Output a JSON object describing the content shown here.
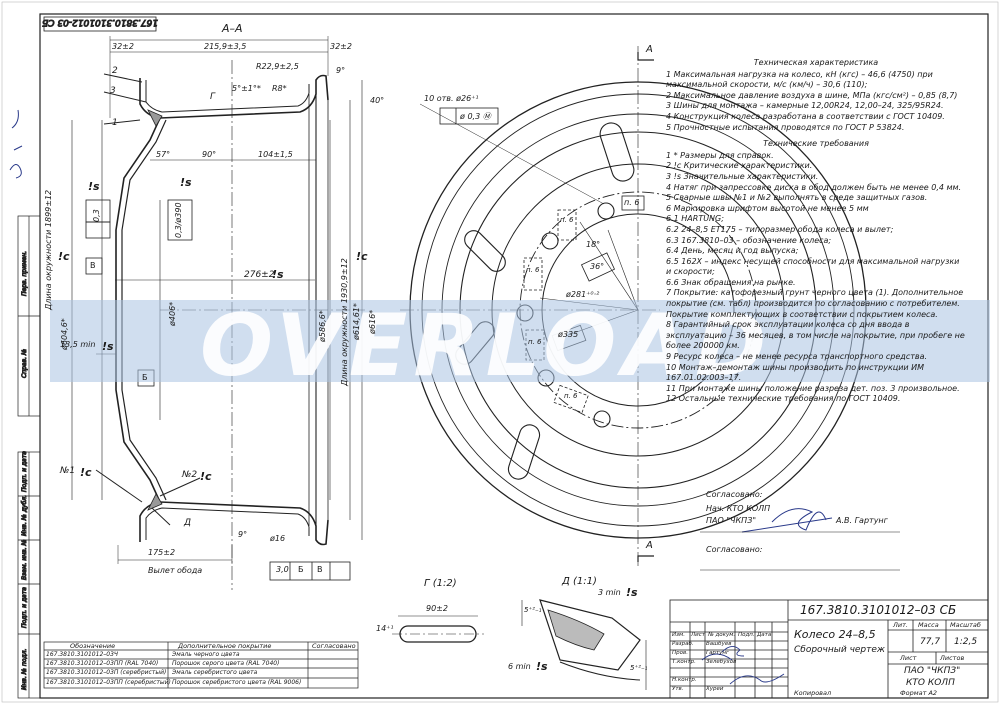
{
  "drawing": {
    "code_rotated": "167.3810.3101012-03 СБ",
    "section_label": "А–А",
    "view_g": "Г (1:2)",
    "view_d": "Д (1:1)",
    "cut_label": "А"
  },
  "dims": {
    "d1": "32±2",
    "d2": "215,9±3,5",
    "d3": "32±2",
    "d4": "R22,9±2,5",
    "d5": "9°",
    "d6": "5°±1°*",
    "d7": "R8*",
    "d8": "40°",
    "d9": "57°",
    "d10": "90°",
    "d11": "104±1,5",
    "d12": "276±2",
    "d13": "175±2",
    "d14": "ø604,6*",
    "d15": "ø406*",
    "d16": "ø586,6*",
    "d17": "ø614,61*",
    "d18": "ø616*",
    "d19": "13,5 min",
    "d20": "ø16",
    "d21": "9°",
    "d22": "Вылет обода",
    "d23": "Длина окружности 1899±12",
    "d24": "Длина окружности 1930,9±12",
    "d25": "0,3",
    "d26": "0,3/ø390",
    "d27": "90±2",
    "d28": "14⁺¹",
    "d29": "3 min",
    "d30": "6 min",
    "d31": "5⁺²₋₁",
    "d32": "3,0",
    "d33": "10 отв. ø26⁺¹",
    "d34": "ø 0,3 Ⓜ",
    "d35": "18°",
    "d36": "36°",
    "d37": "ø281⁺⁰·²",
    "d38": "ø335",
    "d39": "п. 6",
    "d40": "п. 6",
    "d41": "п. 6",
    "d42": "п. 6",
    "d43": "п. 6",
    "d44": "№1",
    "d45": "№2",
    "d46": "Б",
    "d47": "В",
    "d48": "Д",
    "d49": "Г",
    "d50": "Б",
    "d51": "В",
    "d52": "1",
    "d53": "2",
    "d54": "3"
  },
  "marks": {
    "s": "!s",
    "c": "!c"
  },
  "tech": {
    "title1": "Техническая характеристика",
    "c1": "1 Максимальная нагрузка на колесо, кН (кгс) – 46,6 (4750) при максимальной скорости, м/с (км/ч) – 30,6 (110);",
    "c2": "2 Максимальное давление воздуха в шине, МПа (кгс/см²) – 0,85 (8,7)",
    "c3": "3 Шины для монтажа – камерные 12,00R24, 12,00–24, 325/95R24.",
    "c4": "4 Конструкция колеса разработана в соответствии с ГОСТ 10409.",
    "c5": "5 Прочностные испытания проводятся по ГОСТ Р 53824.",
    "title2": "Технические требования",
    "r1": "1 * Размеры для справок.",
    "r2": "2 !с Критические характеристики.",
    "r3": "3 !s Значительные характеристики.",
    "r4": "4 Натяг при запрессовке диска в обод должен быть не менее 0,4 мм.",
    "r5": "5 Сварные швы №1 и №2 выполнять в среде защитных газов.",
    "r6": "6 Маркировка шрифтом высотой не менее 5 мм",
    "r7": "6.1 HARTUNG;",
    "r8": "6.2 24–8,5 ET175 – типоразмер обода колеса и вылет;",
    "r9": "6.3 167.3810–03 – обозначение колеса;",
    "r10": "6.4 День, месяц и год выпуска;",
    "r11": "6.5 162Х – индекс несущей способности для максимальной нагрузки и скорости;",
    "r12": "6.6 Знак обращения на рынке.",
    "r13": "7 Покрытие: катофорезный грунт черного цвета (1). Дополнительное покрытие (см. табл) производится по согласованию с потребителем. Покрытие комплектующих в соответствии с покрытием колеса.",
    "r14": "8 Гарантийный срок эксплуатации колеса со дня ввода в эксплуатацию – 36 месяцев, в том числе на покрытие, при пробеге не более 200000 км.",
    "r15": "9 Ресурс колеса – не менее ресурса транспортного средства.",
    "r16": "10 Монтаж–демонтаж шины производить по инструкции ИМ 167.01.02.003–17.",
    "r17": "11 При монтаже шины положение разреза дет. поз. 3 произвольное.",
    "r18": "12 Остальные технические требования по ГОСТ 10409."
  },
  "approval": {
    "label1": "Согласовано:",
    "org1": "Нач. КТО КОЛП",
    "org2": "ПАО \"ЧКПЗ\"",
    "name": "А.В. Гартунг",
    "label2": "Согласовано:"
  },
  "coating_table": {
    "h1": "Обозначение",
    "h2": "Дополнительное покрытие",
    "h3": "Согласовано",
    "rows": [
      [
        "167.3810.3101012–03Ч",
        "Эмаль черного цвета"
      ],
      [
        "167.3810.3101012–03ПП (RAL 7040)",
        "Порошок серого цвета (RAL 7040)"
      ],
      [
        "167.3810.3101012–03П (серебристый)",
        "Эмаль серебристого цвета"
      ],
      [
        "167.3810.3101012–03ПП (серебристый)",
        "Порошок серебристого цвета (RAL 9006)"
      ]
    ]
  },
  "title_block": {
    "code": "167.3810.3101012–03 СБ",
    "name1": "Колесо 24–8,5",
    "name2": "Сборочный чертеж",
    "lit_h": "Лит.",
    "mass_h": "Масса",
    "scale_h": "Масштаб",
    "mass": "77,7",
    "scale": "1:2,5",
    "sheet_h": "Лист",
    "sheets_h": "Листов",
    "company1": "ПАО \"ЧКПЗ\"",
    "company2": "КТО КОЛП",
    "copied": "Копировал",
    "format": "Формат   А2",
    "roles": [
      "Изм.",
      "Лист",
      "№ докум.",
      "Подп.",
      "Дата"
    ],
    "staff": [
      "Разраб.",
      "Пров.",
      "Т.контр.",
      "",
      "Н.контр.",
      "Утв."
    ],
    "surnames": [
      "Вашбуев",
      "Гартунг",
      "Зелебухов",
      "",
      "",
      "Хурей"
    ]
  },
  "side_stamps": [
    "Перв. примен.",
    "Справ. №",
    "Подп. и дата",
    "Инв. № дубл.",
    "Взам. инв. №",
    "Подп. и дата",
    "Инв. № подл."
  ],
  "watermark": "OVERLOAD"
}
